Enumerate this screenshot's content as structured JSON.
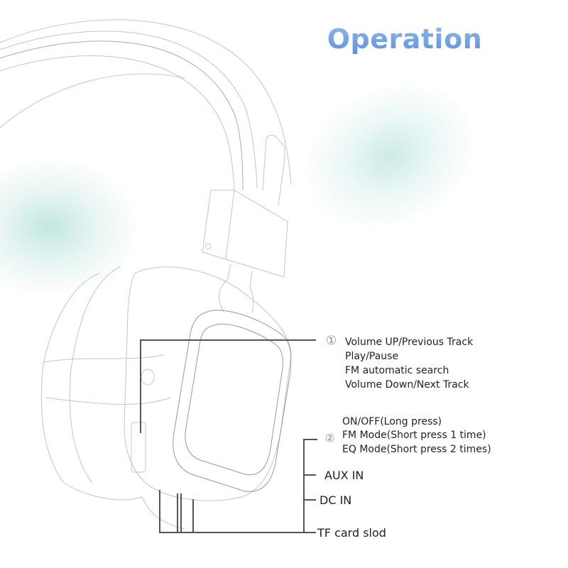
{
  "title": "Operation",
  "colors": {
    "title_gradient_top": "#8fb8ea",
    "title_gradient_bottom": "#5b93df",
    "line_color": "#555555",
    "drawing_line_color": "#bbbbbb",
    "accent_blob": "#b0ded6"
  },
  "callouts": {
    "group1": {
      "marker": "①",
      "lines": [
        "Volume UP/Previous Track",
        "Play/Pause",
        "FM automatic search",
        "Volume Down/Next Track"
      ]
    },
    "group2": {
      "marker": "②",
      "lines": [
        "ON/OFF(Long press)",
        "FM Mode(Short press 1 time)",
        "EQ Mode(Short press 2 times)"
      ]
    },
    "aux_in": "AUX IN",
    "dc_in": "DC IN",
    "tf_card": "TF card slod"
  }
}
